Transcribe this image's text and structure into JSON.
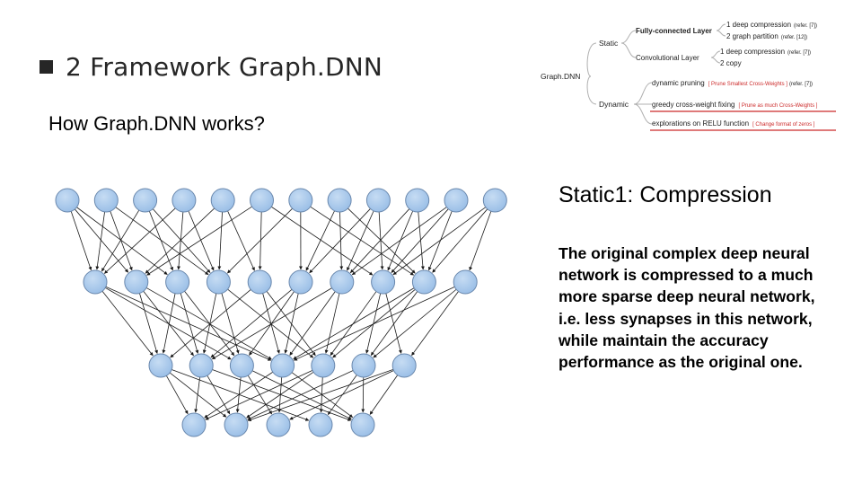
{
  "slide": {
    "title": "2 Framework Graph.DNN",
    "subtitle": "How Graph.DNN works?",
    "heading": "Static1: Compression",
    "paragraph": "The original complex deep neural network is compressed to a much more sparse deep neural network, i.e. less synapses in this network, while maintain the accuracy performance as the original one."
  },
  "tree": {
    "root": "Graph.DNN",
    "static_label": "Static",
    "dynamic_label": "Dynamic",
    "fc_layer": "Fully-connected Layer",
    "fc_item1": "1 deep compression",
    "fc_item1_ref": "(refer. [7])",
    "fc_item2": "2 graph partition",
    "fc_item2_ref": "(refer. [12])",
    "conv_layer": "Convolutional Layer",
    "conv_item1": "1 deep compression",
    "conv_item1_ref": "(refer. [7])",
    "conv_item2": "2 copy",
    "dyn_item1": "dynamic pruning",
    "dyn_item1_note": "[ Prune Smallest Cross-Weights ]",
    "dyn_item1_ref": "(refer. [7])",
    "dyn_item2": "greedy cross-weight fixing",
    "dyn_item2_note": "[ Prune as much Cross-Weights ]",
    "dyn_item3": "explorations on RELU function",
    "dyn_item3_note": "[ Change format of zeros ]",
    "accent_color": "#cc2a2a"
  },
  "network": {
    "layer_counts": [
      12,
      10,
      7,
      5
    ],
    "node_fill": "#a9c8ea",
    "node_stroke": "#6a88ad"
  }
}
